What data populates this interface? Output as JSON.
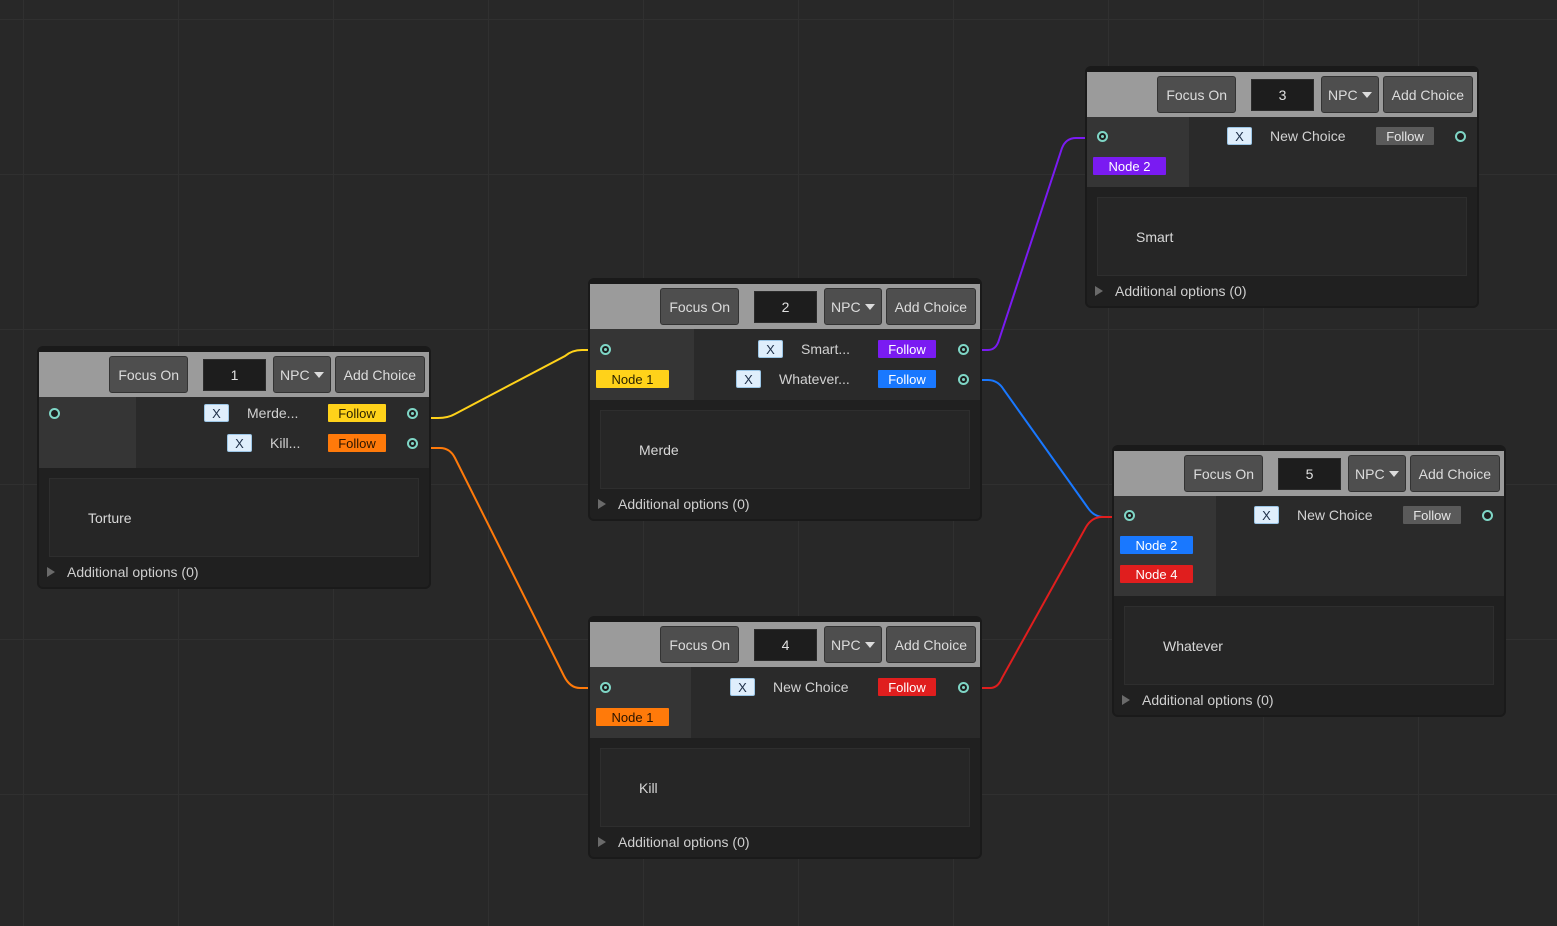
{
  "colors": {
    "yellow": "#ffd21a",
    "orange": "#ff7a0a",
    "purple": "#7a1bf2",
    "blue": "#1978ff",
    "red": "#e01e1e",
    "grey_follow": "#5a5a5a"
  },
  "common": {
    "focus_label": "Focus On",
    "npc_label": "NPC",
    "add_choice_label": "Add Choice",
    "remove_label": "X",
    "follow_label": "Follow",
    "additional_options": "Additional options (0)"
  },
  "nodes": [
    {
      "id": "1",
      "text": "Torture",
      "inputs": [],
      "choices": [
        {
          "label": "Merde...",
          "follow_color": "yellow"
        },
        {
          "label": "Kill...",
          "follow_color": "orange"
        }
      ]
    },
    {
      "id": "2",
      "text": "Merde",
      "inputs": [
        {
          "label": "Node 1",
          "color": "yellow"
        }
      ],
      "choices": [
        {
          "label": "Smart...",
          "follow_color": "purple"
        },
        {
          "label": "Whatever...",
          "follow_color": "blue"
        }
      ]
    },
    {
      "id": "3",
      "text": "Smart",
      "inputs": [
        {
          "label": "Node 2",
          "color": "purple"
        }
      ],
      "choices": [
        {
          "label": "New Choice",
          "follow_color": "grey_follow"
        }
      ]
    },
    {
      "id": "4",
      "text": "Kill",
      "inputs": [
        {
          "label": "Node 1",
          "color": "orange"
        }
      ],
      "choices": [
        {
          "label": "New Choice",
          "follow_color": "red"
        }
      ]
    },
    {
      "id": "5",
      "text": "Whatever",
      "inputs": [
        {
          "label": "Node 2",
          "color": "blue"
        },
        {
          "label": "Node 4",
          "color": "red"
        }
      ],
      "choices": [
        {
          "label": "New Choice",
          "follow_color": "grey_follow"
        }
      ]
    }
  ]
}
